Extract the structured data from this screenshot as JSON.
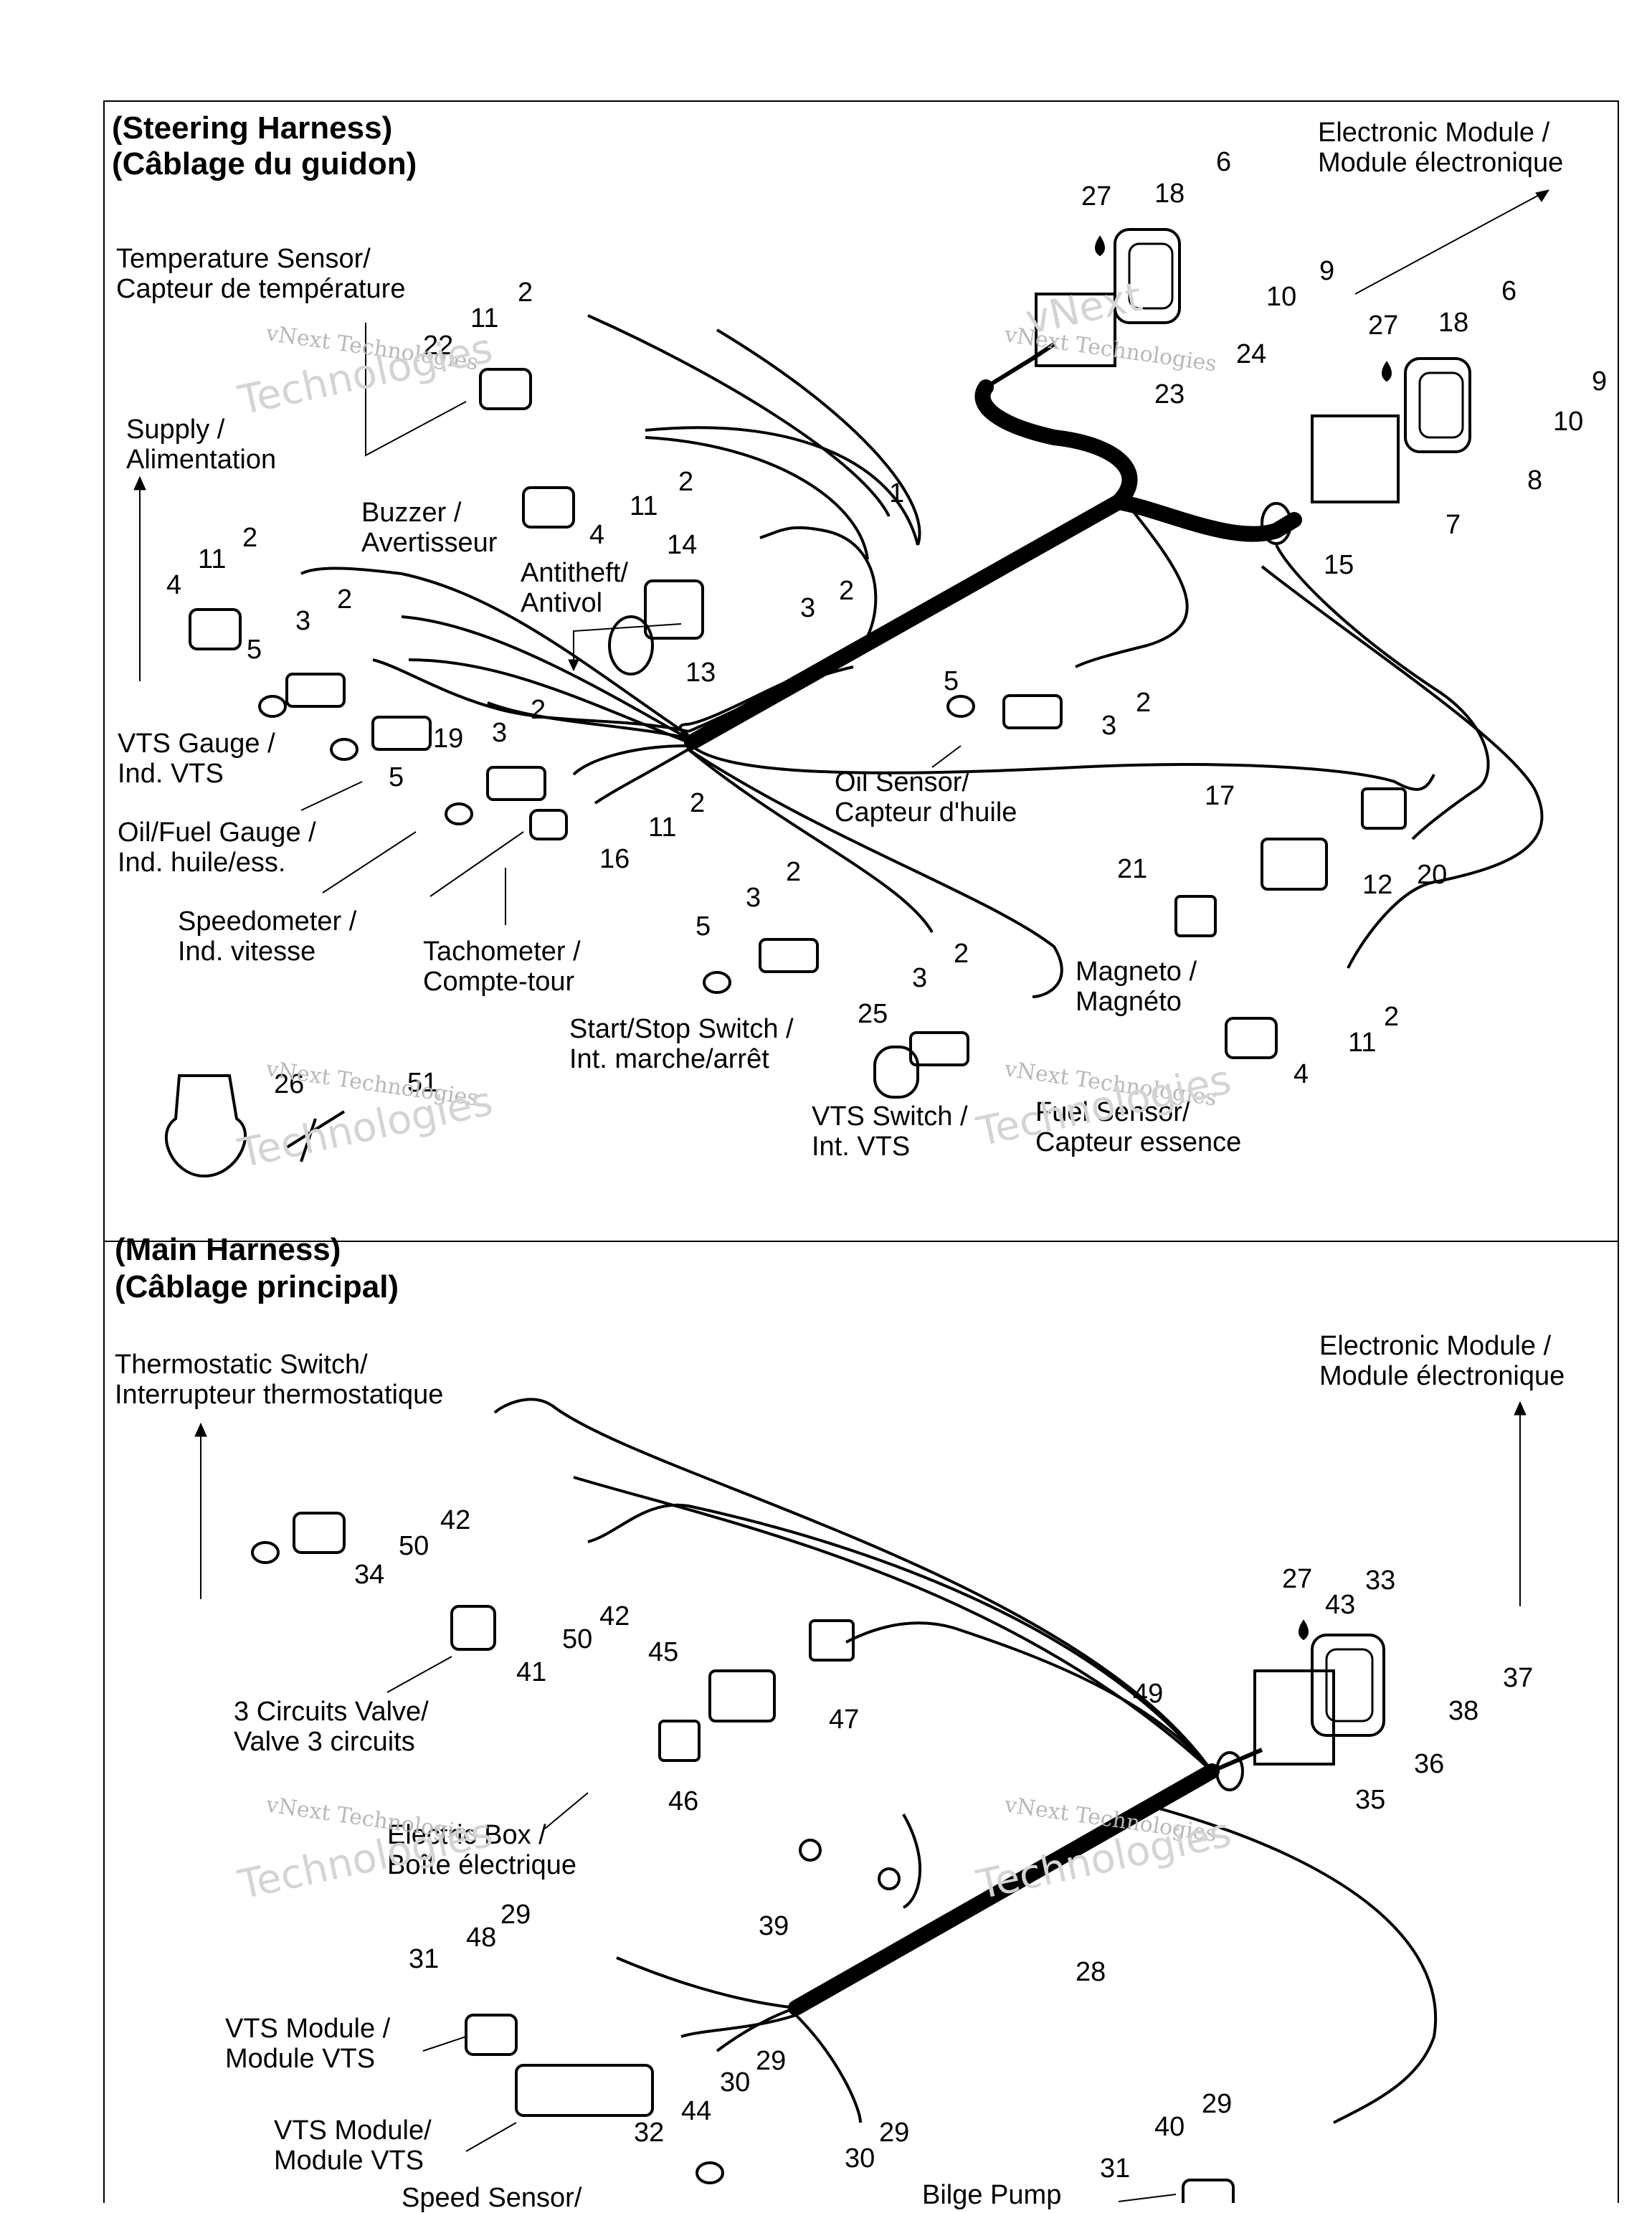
{
  "steering": {
    "title_en": "(Steering Harness)",
    "title_fr": "(Câblage du guidon)",
    "labels": {
      "module1": "Electronic Module /",
      "module2": "Module électronique",
      "temp1": "Temperature Sensor/",
      "temp2": "Capteur de température",
      "supply1": "Supply /",
      "supply2": "Alimentation",
      "buzzer1": "Buzzer /",
      "buzzer2": "Avertisseur",
      "antitheft1": "Antitheft/",
      "antitheft2": "Antivol",
      "vtsgauge1": "VTS Gauge /",
      "vtsgauge2": "Ind. VTS",
      "oilfuel1": "Oil/Fuel Gauge /",
      "oilfuel2": "Ind. huile/ess.",
      "speedo1": "Speedometer /",
      "speedo2": "Ind. vitesse",
      "tacho1": "Tachometer /",
      "tacho2": "Compte-tour",
      "startstop1": "Start/Stop Switch /",
      "startstop2": "Int. marche/arrêt",
      "vtsswitch1": "VTS Switch /",
      "vtsswitch2": "Int. VTS",
      "oil1": "Oil Sensor/",
      "oil2": "Capteur d'huile",
      "magneto1": "Magneto /",
      "magneto2": "Magnéto",
      "fuel1": "Fuel Sensor/",
      "fuel2": "Capteur essence"
    }
  },
  "main": {
    "title_en": "(Main Harness)",
    "title_fr": "(Câblage principal)",
    "labels": {
      "module1": "Electronic Module /",
      "module2": "Module électronique",
      "thermo1": "Thermostatic Switch/",
      "thermo2": "Interrupteur thermostatique",
      "valve1": "3 Circuits Valve/",
      "valve2": "Valve 3 circuits",
      "ebox1": "Electric Box /",
      "ebox2": "Boîte électrique",
      "vtsmodA1": "VTS Module /",
      "vtsmodA2": "Module VTS",
      "vtsmodB1": "VTS Module/",
      "vtsmodB2": "Module VTS",
      "speed1": "Speed Sensor/",
      "bilge1": "Bilge Pump"
    }
  },
  "watermark": {
    "line1": "vNext",
    "line2": "Technologies",
    "small": "vNext Technologies"
  },
  "parts": {
    "p1": "1",
    "p2": "2",
    "p3": "3",
    "p4": "4",
    "p5": "5",
    "p6": "6",
    "p7": "7",
    "p8": "8",
    "p9": "9",
    "p10": "10",
    "p11": "11",
    "p12": "12",
    "p13": "13",
    "p14": "14",
    "p15": "15",
    "p16": "16",
    "p17": "17",
    "p18": "18",
    "p19": "19",
    "p20": "20",
    "p21": "21",
    "p22": "22",
    "p23": "23",
    "p24": "24",
    "p25": "25",
    "p26": "26",
    "p27": "27",
    "p28": "28",
    "p29": "29",
    "p30": "30",
    "p31": "31",
    "p32": "32",
    "p33": "33",
    "p34": "34",
    "p35": "35",
    "p36": "36",
    "p37": "37",
    "p38": "38",
    "p39": "39",
    "p40": "40",
    "p41": "41",
    "p42": "42",
    "p43": "43",
    "p44": "44",
    "p45": "45",
    "p46": "46",
    "p47": "47",
    "p48": "48",
    "p49": "49",
    "p50": "50",
    "p51": "51"
  }
}
